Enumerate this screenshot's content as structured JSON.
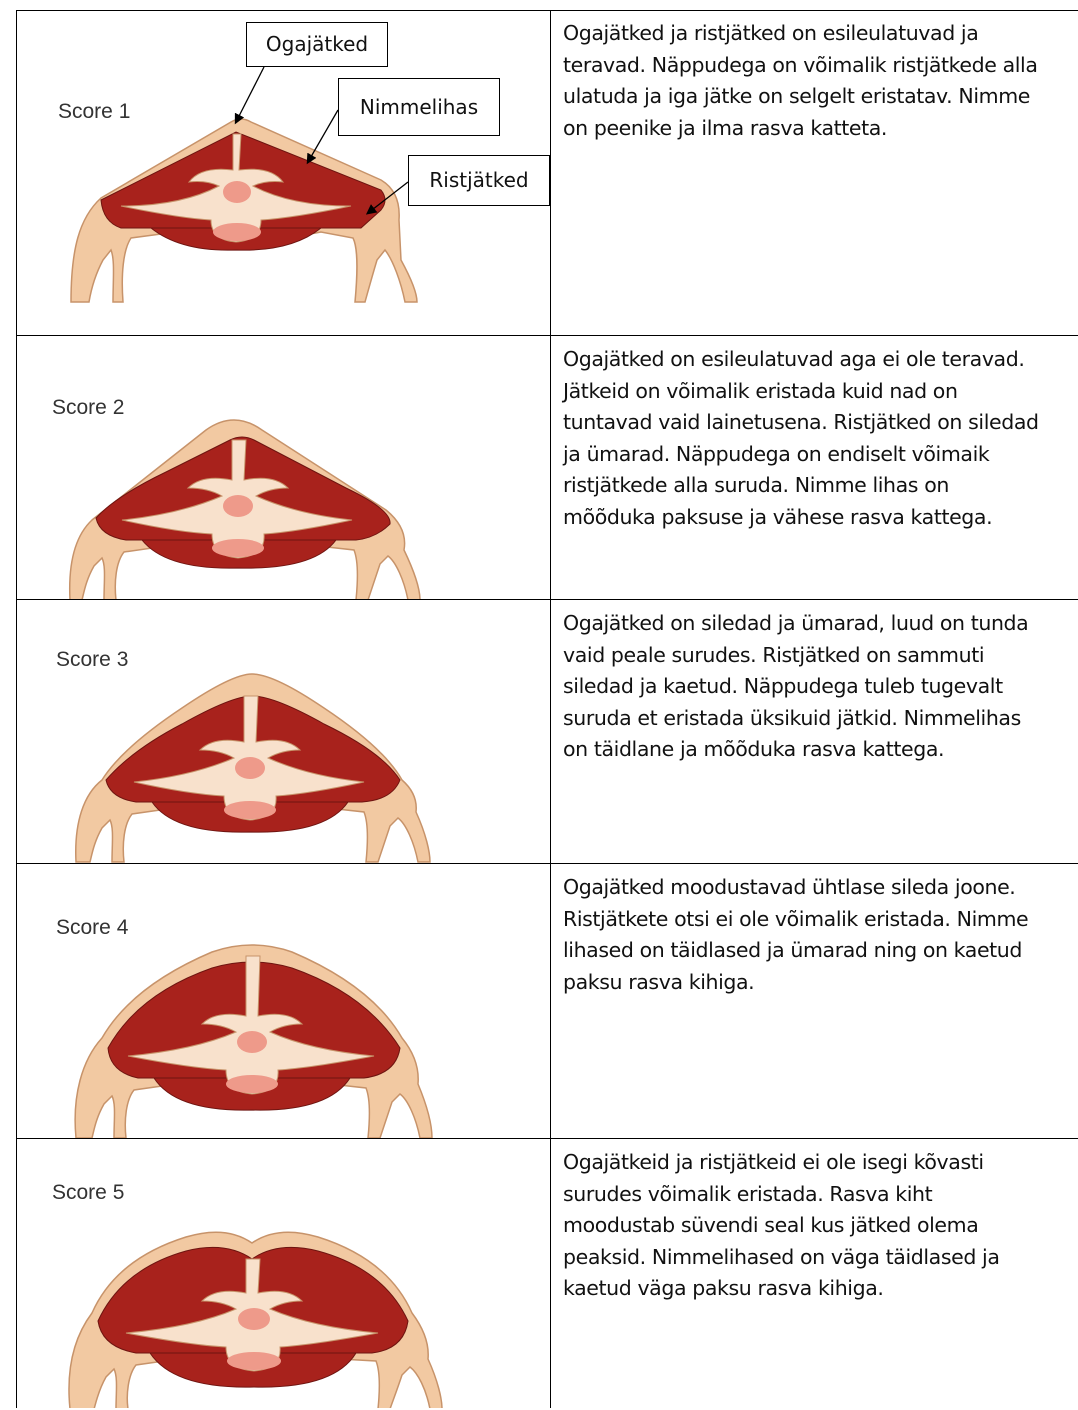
{
  "rows": [
    {
      "score": "Score 1",
      "text": "Ogajätked ja ristjätked on esileulatuvad ja\nteravad. Näppudega on võimalik ristjätkede alla\nulatuda ja iga jätke on selgelt eristatav. Nimme\non peenike ja ilma rasva katteta."
    },
    {
      "score": "Score 2",
      "text": "Ogajätked on esileulatuvad aga ei ole teravad.\nJätkeid on võimalik eristada kuid nad on\ntuntavad vaid lainetusena. Ristjätked on siledad\nja ümarad. Näppudega on endiselt võimaik\nristjätkede alla suruda. Nimme lihas on\nmõõduka paksuse ja vähese rasva kattega."
    },
    {
      "score": "Score 3",
      "text": "Ogajätked on siledad ja ümarad, luud on tunda\nvaid peale surudes. Ristjätked on sammuti\nsiledad ja kaetud. Näppudega tuleb tugevalt\nsuruda et eristada üksikuid jätkid. Nimmelihas\non täidlane ja mõõduka rasva kattega."
    },
    {
      "score": "Score 4",
      "text": "Ogajätked moodustavad ühtlase sileda joone.\nRistjätkete otsi ei ole võimalik eristada. Nimme\nlihased on täidlased ja ümarad ning on kaetud\npaksu rasva kihiga."
    },
    {
      "score": "Score 5",
      "text": "Ogajätkeid ja ristjätkeid ei ole isegi kõvasti\nsurudes võimalik eristada. Rasva kiht\nmoodustab süvendi seal kus jätked olema\npeaksid. Nimmelihased on väga täidlased ja\nkaetud väga paksu rasva kihiga."
    }
  ],
  "callouts": {
    "spinous": "Ogajätked",
    "loin": "Nimmelihas",
    "transverse": "Ristjätked"
  },
  "colors": {
    "fat": "#f2c9a2",
    "fat_stroke": "#c7936a",
    "muscle": "#a8221c",
    "muscle_stroke": "#6e1410",
    "bone": "#f8e1cc",
    "marrow": "#ee9a8a"
  }
}
